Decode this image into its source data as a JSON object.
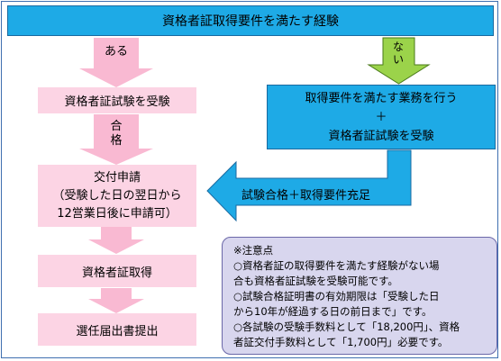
{
  "title": "資格者証取得要件を満たす経験",
  "branch_yes": "ある",
  "branch_no": "ない",
  "step_exam": "資格者証試験を受験",
  "pass": "合格",
  "no_path_line1": "取得要件を満たす業務を行う",
  "no_path_plus": "＋",
  "no_path_line2": "資格者証試験を受験",
  "merge_label": "試験合格＋取得要件充足",
  "apply_line1": "交付申請",
  "apply_line2": "（受験した日の翌日から",
  "apply_line3": "12営業日後に申請可）",
  "step_obtain": "資格者証取得",
  "step_submit": "選任届出書提出",
  "notes": {
    "heading": "※注意点",
    "lines": [
      "○資格者証の取得要件を満たす経験がない場",
      "合も資格者証試験を受験可能です。",
      "○試験合格証明書の有効期限は「受験した日",
      "から10年が経過する日の前日まで」です。",
      "○各試験の受験手数料として「18,200円」、資格",
      "者証交付手数料として「1,700円」必要です。"
    ]
  },
  "colors": {
    "blue": "#1eaae6",
    "pink": "#fcd4e4",
    "arrow_pink": "#f9b9d2",
    "arrow_green": "#9bd34a",
    "note_bg": "#d8d6ee"
  }
}
